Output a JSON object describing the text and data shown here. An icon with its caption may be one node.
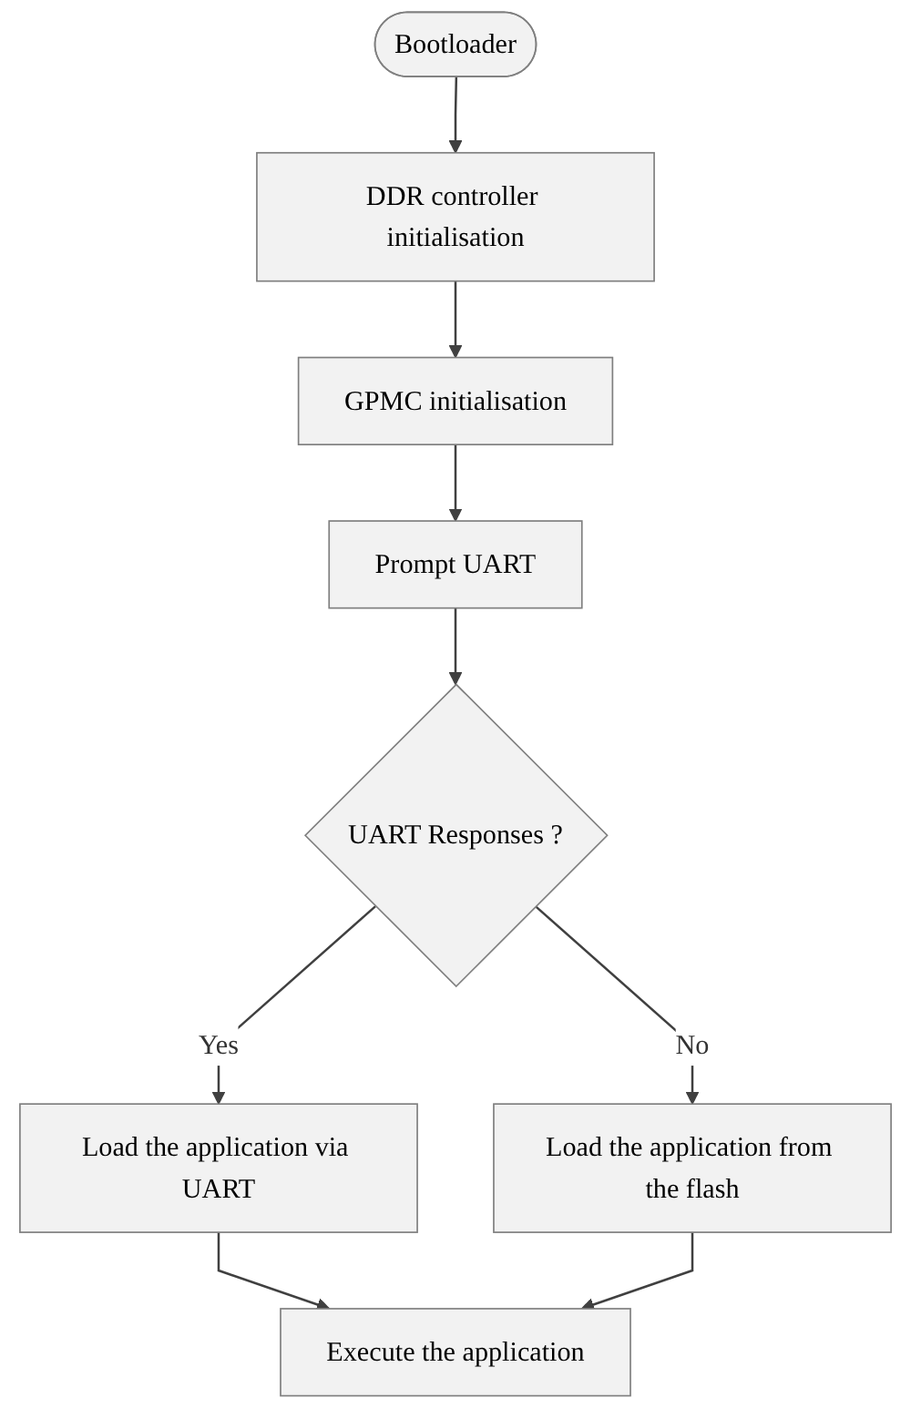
{
  "diagram": {
    "nodes": [
      {
        "text": [
          "Bootloader"
        ]
      },
      {
        "text": [
          "DDR controller initialisation"
        ]
      },
      {
        "text": [
          "GPMC initialisation"
        ]
      },
      {
        "text": [
          "Prompt UART"
        ]
      },
      {
        "text": [
          "UART Responses ?"
        ]
      },
      {
        "text": [
          "Load the application via UART"
        ]
      },
      {
        "text": [
          "Load the application from the flash"
        ]
      },
      {
        "text": [
          "Execute the application"
        ]
      }
    ],
    "edges": [
      {
        "from": 0,
        "to": 1,
        "arrow": "to"
      },
      {
        "from": 1,
        "to": 2,
        "arrow": "to"
      },
      {
        "from": 2,
        "to": 3,
        "arrow": "to"
      },
      {
        "from": 3,
        "to": 4,
        "arrow": "to"
      },
      {
        "from": 4,
        "to": 5,
        "arrow": "to",
        "label": "Yes"
      },
      {
        "from": 4,
        "to": 6,
        "arrow": "to",
        "label": "No"
      },
      {
        "from": 5,
        "to": 7,
        "arrow": "to"
      },
      {
        "from": 6,
        "to": 7,
        "arrow": "to"
      }
    ]
  }
}
